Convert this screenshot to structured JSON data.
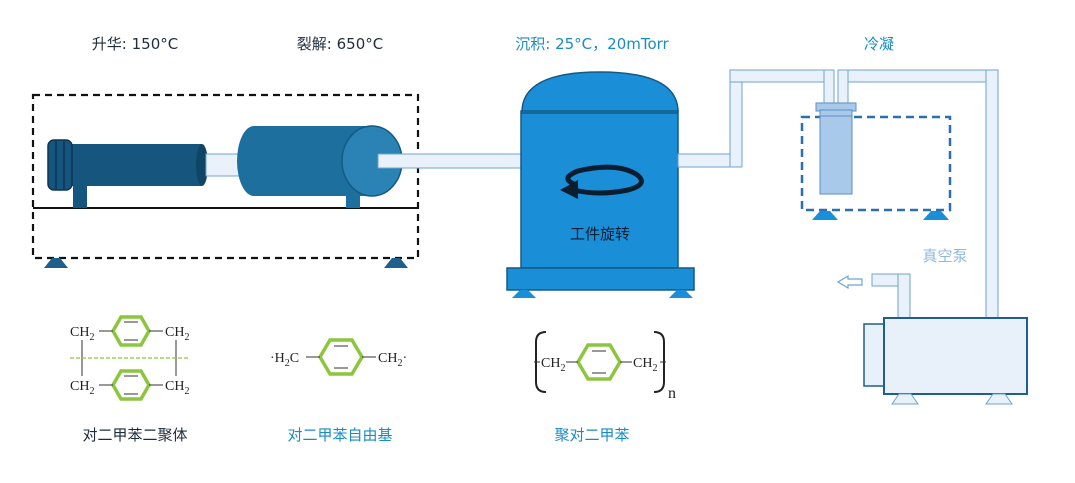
{
  "stages": {
    "sublimation": "升华: 150°C",
    "pyrolysis": "裂解: 650°C",
    "deposition": "沉积: 25°C，20mTorr",
    "condensation": "冷凝"
  },
  "chamber_label": "工件旋转",
  "pump_label": "真空泵",
  "chemistry": {
    "dimer": {
      "name": "对二甲苯二聚体",
      "ch2": "CH",
      "sub": "2"
    },
    "radical": {
      "name": "对二甲苯自由基",
      "left": "·H",
      "left_sub": "2",
      "left_c": "C",
      "right": "CH",
      "right_sub": "2",
      "dot": "·"
    },
    "polymer": {
      "name": "聚对二甲苯",
      "ch2": "CH",
      "sub": "2",
      "n": "n"
    }
  },
  "colors": {
    "dark_label": "#1f2d3d",
    "blue_label": "#1a8cc4",
    "light_label": "#8fb8dc",
    "tube_dark": "#16557e",
    "tube_mid": "#1d6f9e",
    "chamber": "#1a8fd8",
    "pipe": "#e9f2fa",
    "pipe_stroke": "#6fa3cf",
    "pump": "#e8f1f9",
    "pump_stroke": "#1f5f8b",
    "benzene": "#8cc63f",
    "dashed_green": "#8cc63f"
  }
}
